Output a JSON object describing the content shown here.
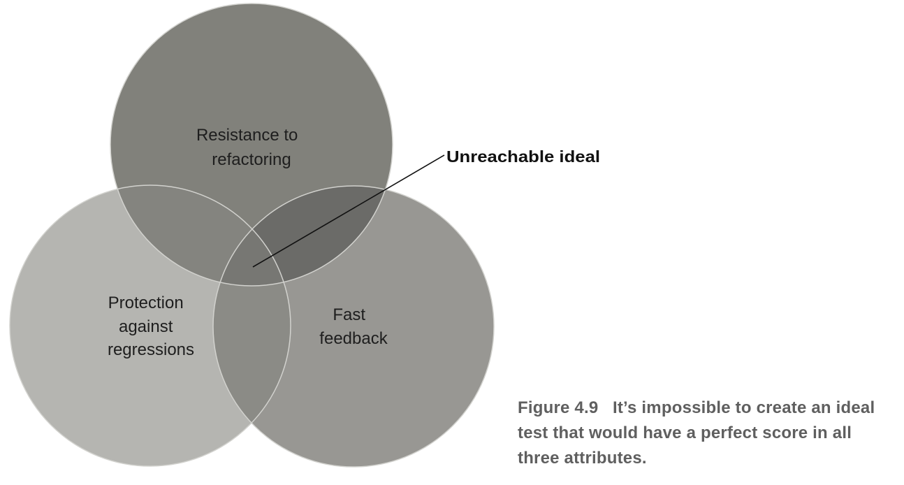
{
  "diagram": {
    "circles": [
      {
        "id": "top",
        "label_lines": [
          "Resistance to",
          "refactoring"
        ],
        "color": "#81817b"
      },
      {
        "id": "left",
        "label_lines": [
          "Protection",
          "against",
          "regressions"
        ],
        "color": "#b5b5b1"
      },
      {
        "id": "right",
        "label_lines": [
          "Fast",
          "feedback"
        ],
        "color": "#989793"
      }
    ],
    "overlap_colors": {
      "top_left": "#84847f",
      "top_right": "#6b6b68",
      "left_right": "#8b8b86",
      "all": "#777773"
    },
    "callout": "Unreachable ideal"
  },
  "caption": {
    "label": "Figure 4.9",
    "text": "It’s impossible to create an ideal test that would have a perfect score in all three attributes."
  }
}
